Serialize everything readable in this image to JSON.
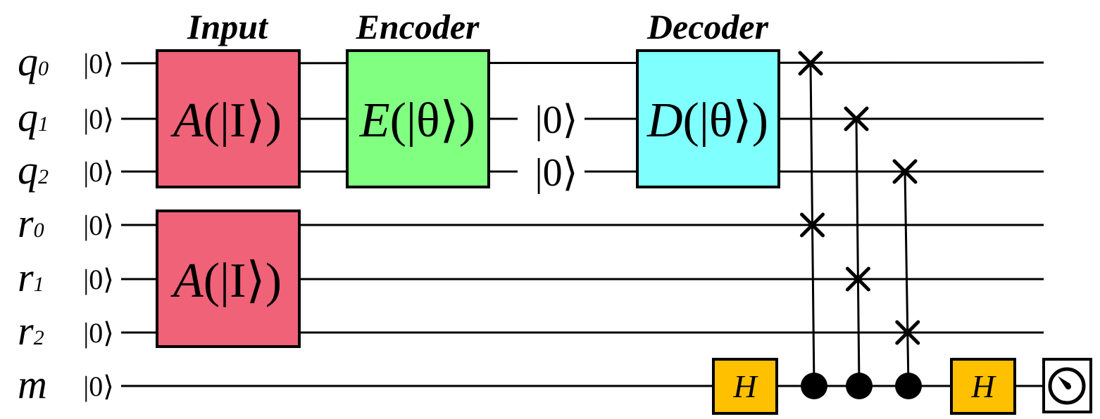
{
  "qubits": [
    {
      "name": "q",
      "sub": "0",
      "init": "|0⟩"
    },
    {
      "name": "q",
      "sub": "1",
      "init": "|0⟩"
    },
    {
      "name": "q",
      "sub": "2",
      "init": "|0⟩"
    },
    {
      "name": "r",
      "sub": "0",
      "init": "|0⟩"
    },
    {
      "name": "r",
      "sub": "1",
      "init": "|0⟩"
    },
    {
      "name": "r",
      "sub": "2",
      "init": "|0⟩"
    },
    {
      "name": "m",
      "sub": "",
      "init": "|0⟩"
    }
  ],
  "stages": {
    "input": {
      "title": "Input",
      "op": "A",
      "arg": "(|I⟩)"
    },
    "encoder": {
      "title": "Encoder",
      "op": "E",
      "arg": "(|θ⟩)"
    },
    "decoder": {
      "title": "Decoder",
      "op": "D",
      "arg": "(|θ⟩)"
    }
  },
  "reset_ket": "|0⟩",
  "hadamard_label": "H",
  "colors": {
    "input": "#f06278",
    "encoder": "#80ff80",
    "decoder": "#80ffff",
    "hadamard": "#ffc000"
  }
}
